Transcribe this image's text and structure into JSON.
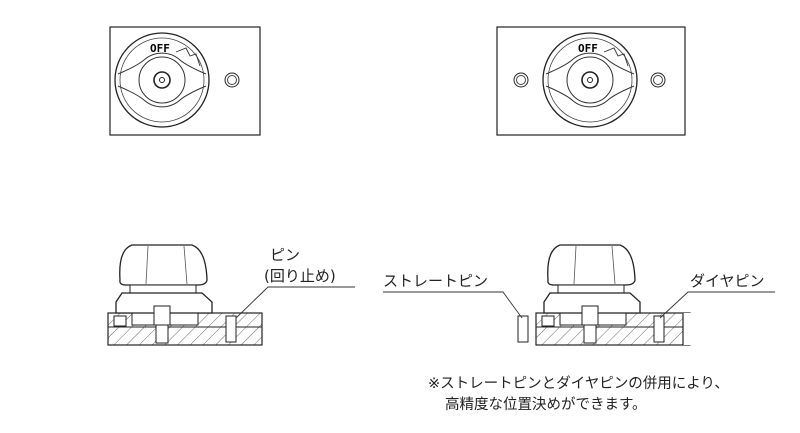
{
  "top_views": {
    "dial_label": "OFF"
  },
  "labels": {
    "pin": "ピン",
    "pin_sub": "(回り止め)",
    "straight_pin": "ストレートピン",
    "diamond_pin": "ダイヤピン"
  },
  "note": {
    "line1": "※ストレートピンとダイヤピンの併用により、",
    "line2": "高精度な位置決めができます。"
  }
}
